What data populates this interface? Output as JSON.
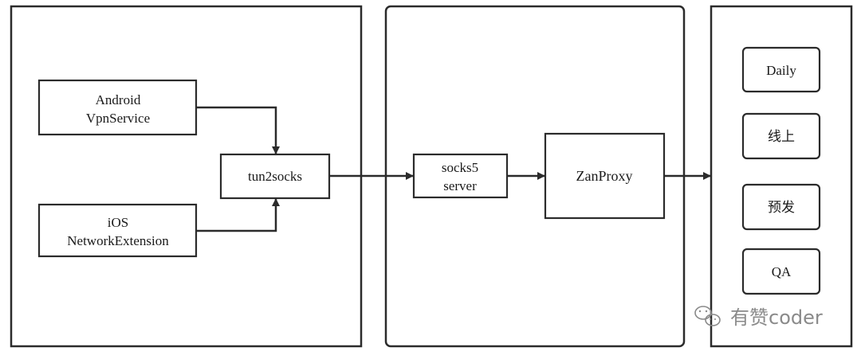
{
  "diagram": {
    "nodes": {
      "android": {
        "line1": "Android",
        "line2": "VpnService"
      },
      "ios": {
        "line1": "iOS",
        "line2": "NetworkExtension"
      },
      "tun2socks": {
        "label": "tun2socks"
      },
      "socks5": {
        "line1": "socks5",
        "line2": "server"
      },
      "zanproxy": {
        "label": "ZanProxy"
      },
      "env_daily": {
        "label": "Daily"
      },
      "env_online": {
        "label": "线上"
      },
      "env_pre": {
        "label": "预发"
      },
      "env_qa": {
        "label": "QA"
      }
    },
    "watermark": {
      "text": "有赞coder",
      "icon": "wechat-icon"
    },
    "colors": {
      "stroke": "#2b2b2b",
      "background": "#ffffff",
      "watermark": "#8a8a8a"
    }
  }
}
